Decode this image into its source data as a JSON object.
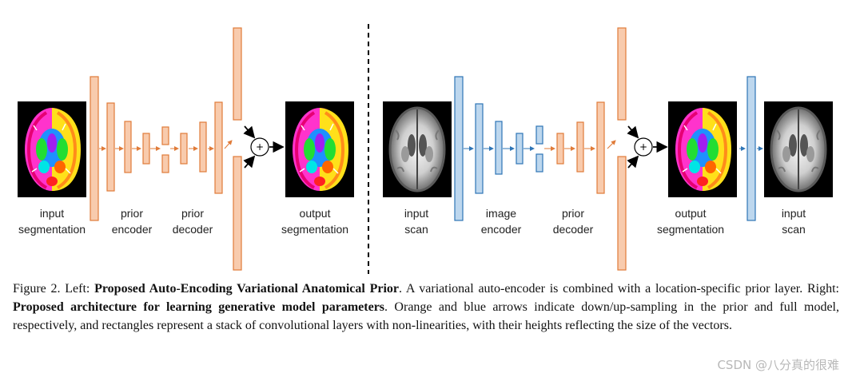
{
  "left_panel": {
    "input_label": [
      "input",
      "segmentation"
    ],
    "encoder_label": [
      "prior",
      "encoder"
    ],
    "decoder_label": [
      "prior",
      "decoder"
    ],
    "output_label": [
      "output",
      "segmentation"
    ]
  },
  "right_panel": {
    "input_label": [
      "input",
      "scan"
    ],
    "encoder_label": [
      "image",
      "encoder"
    ],
    "decoder_label": [
      "prior",
      "decoder"
    ],
    "output_label": [
      "output",
      "segmentation"
    ],
    "final_label": [
      "input",
      "scan"
    ]
  },
  "plus_symbol": "+",
  "caption": {
    "prefix": "Figure 2. Left: ",
    "bold1": "Proposed Auto-Encoding Variational Anatomical Prior",
    "middle": ". A variational auto-encoder is combined with a location-specific prior layer.  Right: ",
    "bold2": "Proposed architecture for learning generative model parameters",
    "suffix": ".  Orange and blue arrows indicate down/up-sampling in the prior and full model, respectively, and rectangles represent a stack of convolutional layers with non-linearities, with their heights reflecting the size of the vectors."
  },
  "watermark": "CSDN @八分真的很难",
  "colors": {
    "orange_fill": "#f8cbad",
    "orange_edge": "#e07b39",
    "blue_fill": "#bdd7ee",
    "blue_edge": "#2e75b6"
  }
}
